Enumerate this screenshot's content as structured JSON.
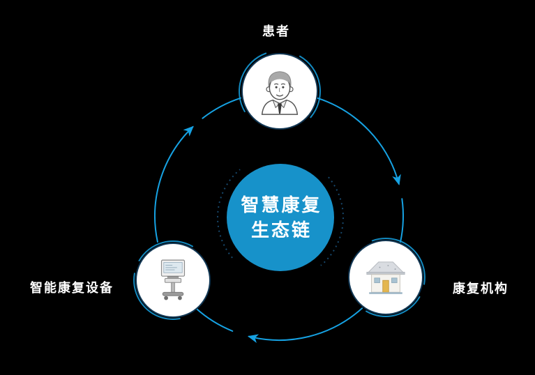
{
  "colors": {
    "background": "#000000",
    "accent": "#16a2e3",
    "center_circle": "#1792ca",
    "node_background": "#ffffff",
    "label_text": "#ffffff"
  },
  "center": {
    "line1": "智慧康复",
    "line2": "生态链"
  },
  "nodes": {
    "patient": {
      "label": "患者"
    },
    "equipment": {
      "label": "智能康复设备"
    },
    "institution": {
      "label": "康复机构"
    }
  }
}
